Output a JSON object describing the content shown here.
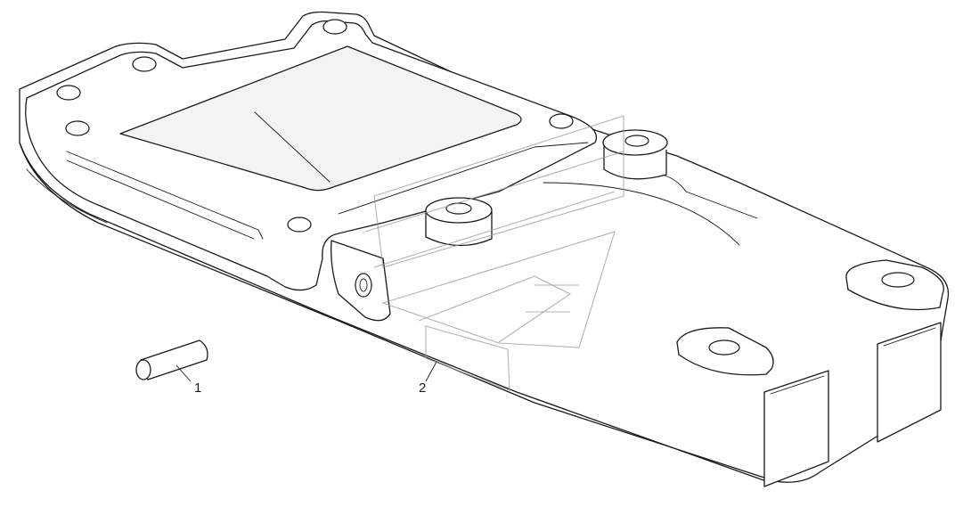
{
  "diagram": {
    "callouts": [
      {
        "id": "part-1",
        "label": "1",
        "part": "pin"
      },
      {
        "id": "part-2",
        "label": "2",
        "part": "housing"
      }
    ],
    "line_color": "#1a1a1a",
    "background_color": "#ffffff",
    "watermark_color": "#9a9a9a"
  }
}
